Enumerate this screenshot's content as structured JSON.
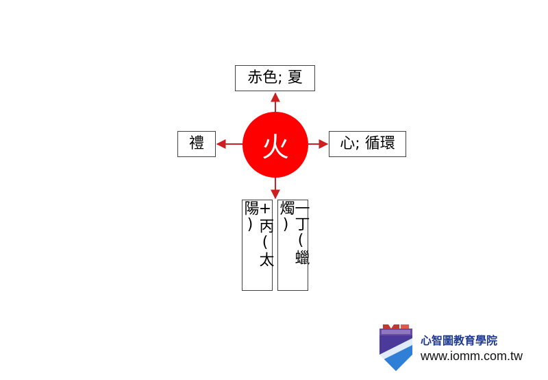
{
  "center": {
    "label": "火",
    "color": "#fe0000"
  },
  "nodes": {
    "top": "赤色; 夏",
    "left": "禮",
    "right": "心; 循環",
    "bottom_left": "+丙(太陽)",
    "bottom_right": "一丁(蠟燭)"
  },
  "arrow_color": "#cc1f1f",
  "brand": {
    "name": "心智圖教育學院",
    "url": "www.iomm.com.tw",
    "name_color": "#1f3a93"
  }
}
